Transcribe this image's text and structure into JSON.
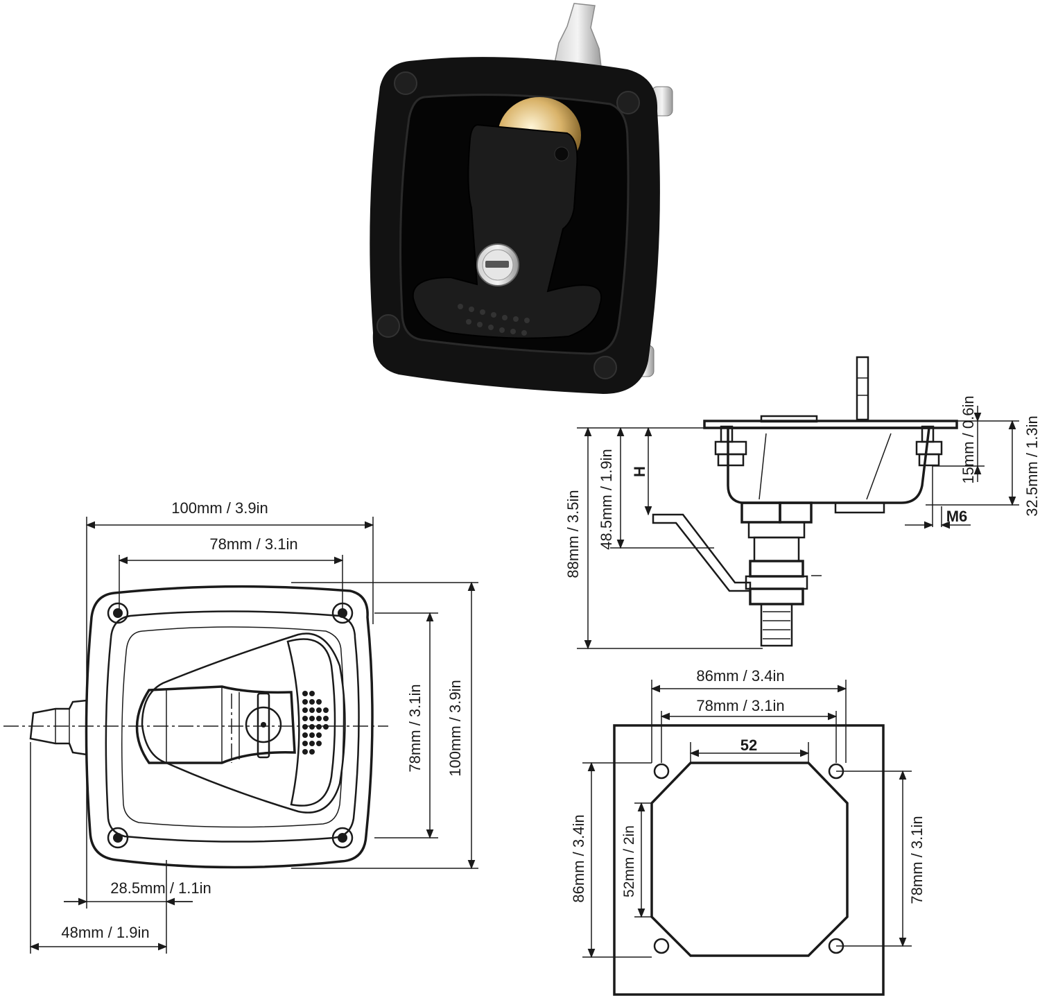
{
  "product": {
    "photo_name": "Black paddle compression latch with key"
  },
  "front_view": {
    "overall_width": "100mm / 3.9in",
    "hole_spacing_width": "78mm / 3.1in",
    "hole_spacing_height": "78mm / 3.1in",
    "overall_height": "100mm / 3.9in",
    "handle_offset": "28.5mm / 1.1in",
    "key_protrusion": "48mm / 1.9in"
  },
  "side_view": {
    "total_depth": "88mm / 3.5in",
    "h_depth": "48.5mm / 1.9in",
    "h_label": "H",
    "flange_top": "15mm / 0.6in",
    "body_depth": "32.5mm / 1.3in",
    "thread": "M6"
  },
  "cutout_view": {
    "outer_width": "86mm / 3.4in",
    "hole_width": "78mm / 3.1in",
    "cutout_width": "52",
    "outer_height": "86mm / 3.4in",
    "cutout_height": "52mm / 2in",
    "hole_height": "78mm / 3.1in"
  }
}
